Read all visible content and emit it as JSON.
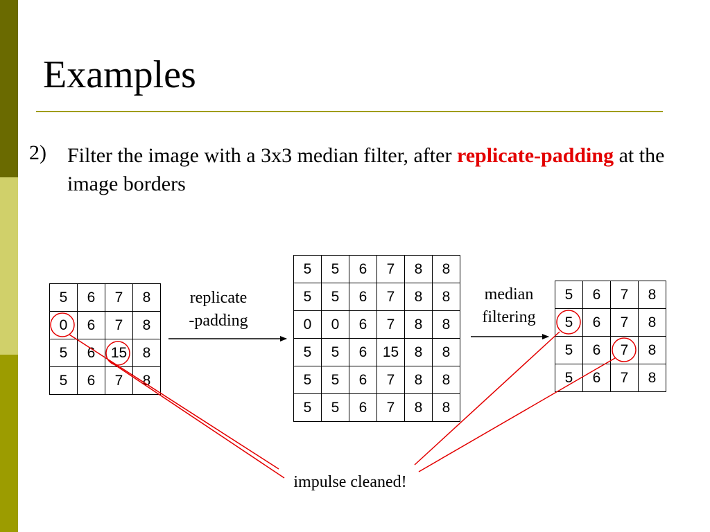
{
  "slide": {
    "title": "Examples",
    "bullet_number": "2)",
    "bullet_text_before": "Filter the image with a 3x3 median filter, after ",
    "bullet_text_highlight": "replicate-padding",
    "bullet_text_after": " at the image borders"
  },
  "colors": {
    "accent_red": "#e30000",
    "rule_olive": "#a09d1a",
    "sidebar_dark": "#6a6a00",
    "sidebar_light": "#d0d06a",
    "sidebar_mid": "#9c9c00"
  },
  "labels": {
    "replicate_line1": "replicate",
    "replicate_line2": "-padding",
    "median_line1": "median",
    "median_line2": "filtering",
    "impulse": "impulse cleaned!"
  },
  "matrices": {
    "input": [
      [
        "5",
        "6",
        "7",
        "8"
      ],
      [
        "0",
        "6",
        "7",
        "8"
      ],
      [
        "5",
        "6",
        "15",
        "8"
      ],
      [
        "5",
        "6",
        "7",
        "8"
      ]
    ],
    "padded": [
      [
        "5",
        "5",
        "6",
        "7",
        "8",
        "8"
      ],
      [
        "5",
        "5",
        "6",
        "7",
        "8",
        "8"
      ],
      [
        "0",
        "0",
        "6",
        "7",
        "8",
        "8"
      ],
      [
        "5",
        "5",
        "6",
        "15",
        "8",
        "8"
      ],
      [
        "5",
        "5",
        "6",
        "7",
        "8",
        "8"
      ],
      [
        "5",
        "5",
        "6",
        "7",
        "8",
        "8"
      ]
    ],
    "output": [
      [
        "5",
        "6",
        "7",
        "8"
      ],
      [
        "5",
        "6",
        "7",
        "8"
      ],
      [
        "5",
        "6",
        "7",
        "8"
      ],
      [
        "5",
        "6",
        "7",
        "8"
      ]
    ]
  }
}
